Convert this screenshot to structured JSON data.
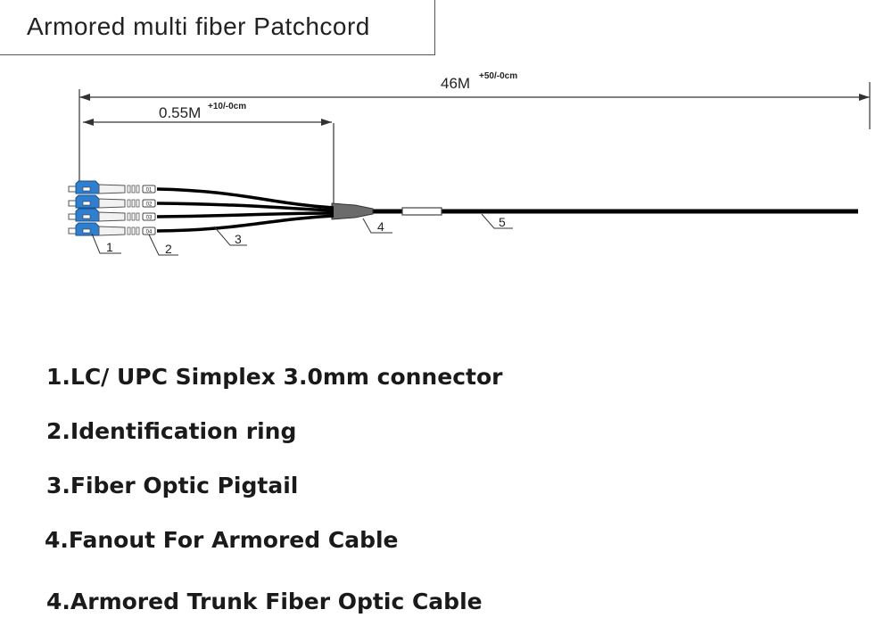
{
  "title": "Armored multi fiber Patchcord",
  "dimensions": {
    "total_length": "46M",
    "total_tolerance": "+50/-0cm",
    "breakout_length": "0.55M",
    "breakout_tolerance": "+10/-0cm"
  },
  "connectors": [
    {
      "ring_label": "01",
      "color": "#2f7fd0"
    },
    {
      "ring_label": "02",
      "color": "#2f7fd0"
    },
    {
      "ring_label": "03",
      "color": "#2f7fd0"
    },
    {
      "ring_label": "04",
      "color": "#2f7fd0"
    }
  ],
  "callouts": [
    "1",
    "2",
    "3",
    "4",
    "5"
  ],
  "legend": [
    "1.LC/ UPC Simplex 3.0mm connector",
    "2.Identification ring",
    "3.Fiber Optic Pigtail",
    "4.Fanout For Armored Cable",
    "4.Armored Trunk Fiber Optic Cable"
  ]
}
